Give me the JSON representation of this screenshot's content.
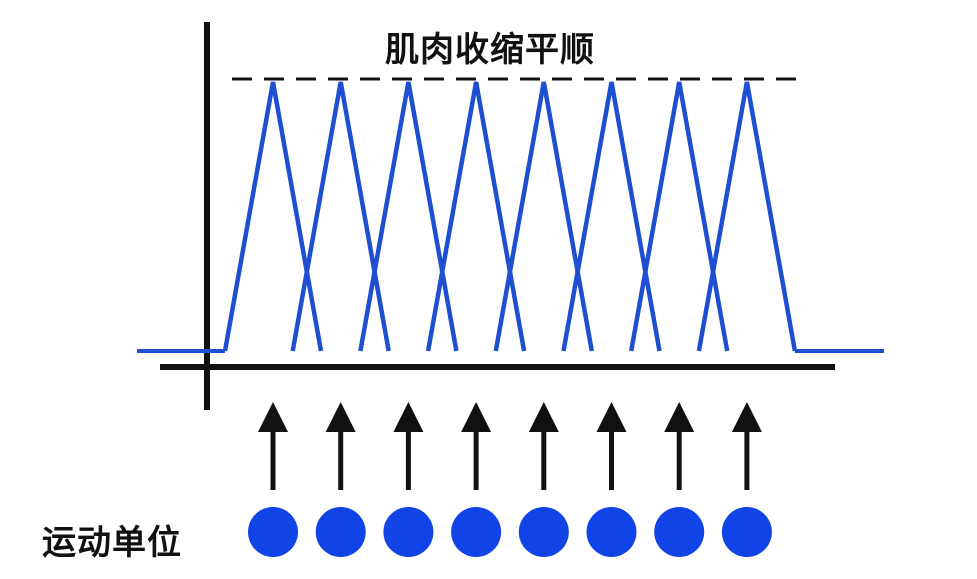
{
  "diagram": {
    "title": "肌肉收缩平顺",
    "units_label": "运动单位",
    "unit_count": 8,
    "colors": {
      "twitch": "#1f4fd1",
      "unit_dot": "#1144e6",
      "axis": "#111111",
      "arrow": "#111111",
      "max_line": "#111111"
    }
  }
}
